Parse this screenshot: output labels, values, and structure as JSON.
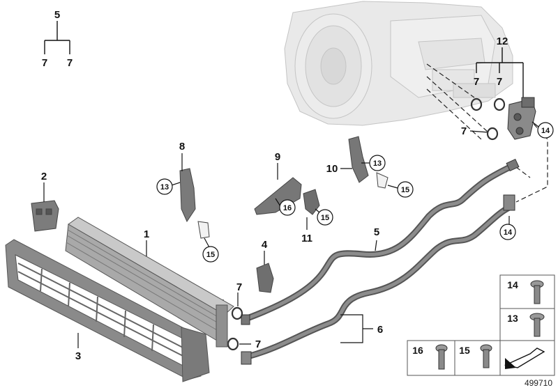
{
  "diagram": {
    "callouts": {
      "c1": "1",
      "c2": "2",
      "c3": "3",
      "c4": "4",
      "c5a": "5",
      "c5b": "5",
      "c6": "6",
      "c7a": "7",
      "c7b": "7",
      "c7c": "7",
      "c7d": "7",
      "c7e": "7",
      "c7f": "7",
      "c7g": "7",
      "c8": "8",
      "c9": "9",
      "c10": "10",
      "c11": "11",
      "c12": "12"
    },
    "circled": {
      "k13a": "13",
      "k13b": "13",
      "k14a": "14",
      "k14b": "14",
      "k15a": "15",
      "k15b": "15",
      "k15c": "15",
      "k16": "16"
    },
    "fastener_table": {
      "row14": "14",
      "row13": "13",
      "row16": "16",
      "row15": "15"
    },
    "reference_number": "499710"
  }
}
